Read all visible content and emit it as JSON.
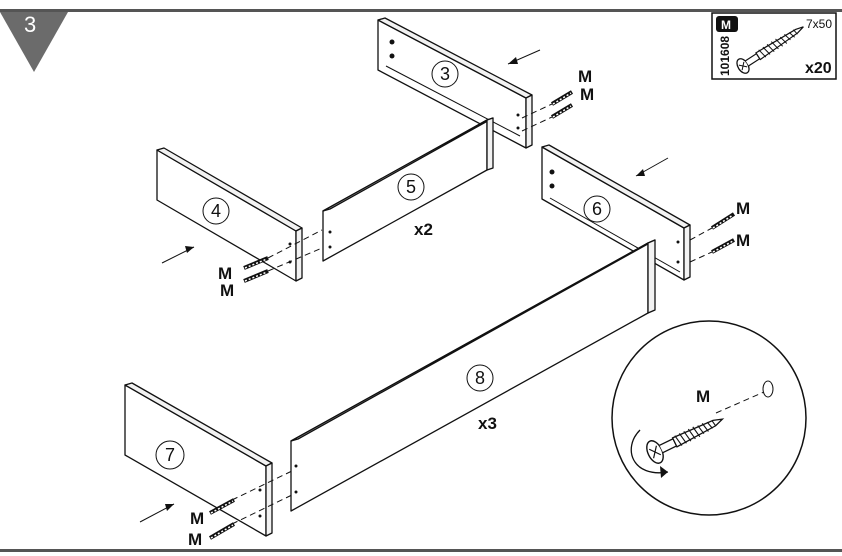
{
  "step": {
    "number": "3"
  },
  "hardware_box": {
    "code_letter": "M",
    "article_number": "101608",
    "size": "7x50",
    "quantity": "x20",
    "icon": "screw-icon"
  },
  "parts": [
    {
      "id": "part-3",
      "label": "3"
    },
    {
      "id": "part-4",
      "label": "4"
    },
    {
      "id": "part-5",
      "label": "5"
    },
    {
      "id": "part-6",
      "label": "6"
    },
    {
      "id": "part-7",
      "label": "7"
    },
    {
      "id": "part-8",
      "label": "8"
    }
  ],
  "multipliers": {
    "part_5": "x2",
    "part_8": "x3"
  },
  "screw_label": "M",
  "detail": {
    "screw_label": "M",
    "icon": "rotate-clockwise-icon"
  },
  "colors": {
    "line": "#111111",
    "step_badge": "#6b6b6b",
    "rule": "#555555"
  }
}
